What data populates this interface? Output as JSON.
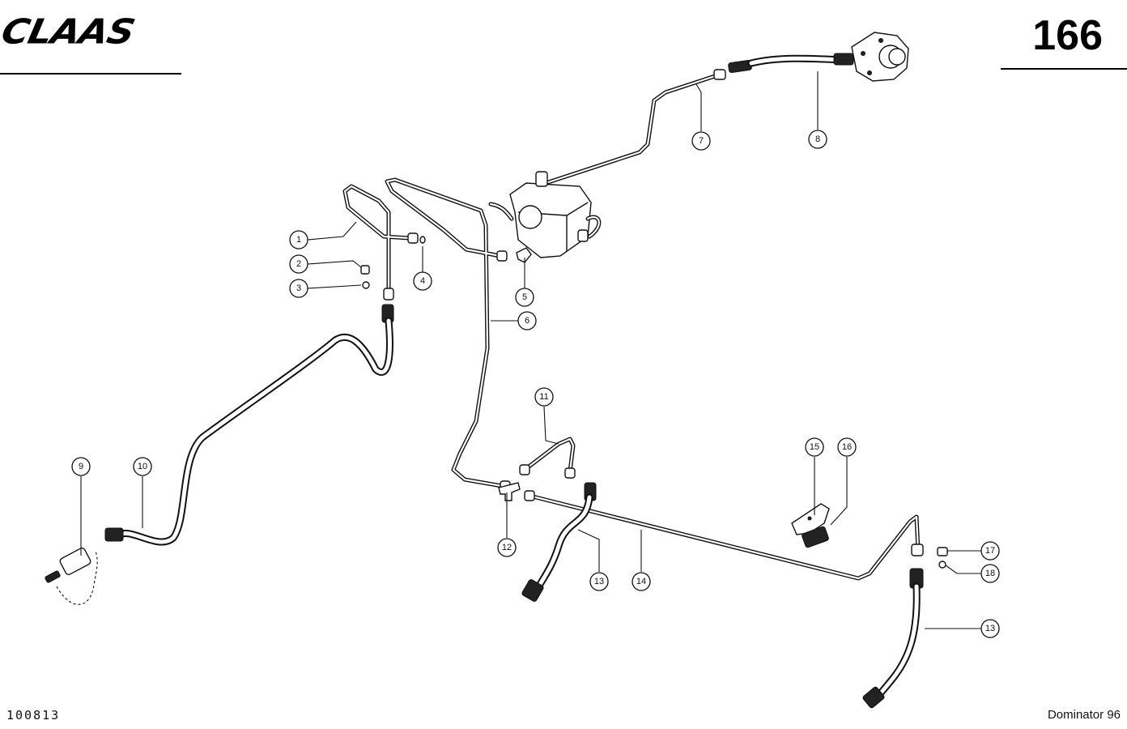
{
  "header": {
    "logo_text": "CLAAS",
    "page_number": "166"
  },
  "footer": {
    "doc_id": "100813",
    "model": "Dominator 96"
  },
  "callouts": [
    {
      "id": "c1",
      "label": "1"
    },
    {
      "id": "c2",
      "label": "2"
    },
    {
      "id": "c3",
      "label": "3"
    },
    {
      "id": "c4",
      "label": "4"
    },
    {
      "id": "c5",
      "label": "5"
    },
    {
      "id": "c6",
      "label": "6"
    },
    {
      "id": "c7",
      "label": "7"
    },
    {
      "id": "c8",
      "label": "8"
    },
    {
      "id": "c9",
      "label": "9"
    },
    {
      "id": "c10",
      "label": "10"
    },
    {
      "id": "c11",
      "label": "11"
    },
    {
      "id": "c12",
      "label": "12"
    },
    {
      "id": "c13a",
      "label": "13"
    },
    {
      "id": "c13b",
      "label": "13"
    },
    {
      "id": "c14",
      "label": "14"
    },
    {
      "id": "c15",
      "label": "15"
    },
    {
      "id": "c16",
      "label": "16"
    },
    {
      "id": "c17",
      "label": "17"
    },
    {
      "id": "c18",
      "label": "18"
    }
  ]
}
